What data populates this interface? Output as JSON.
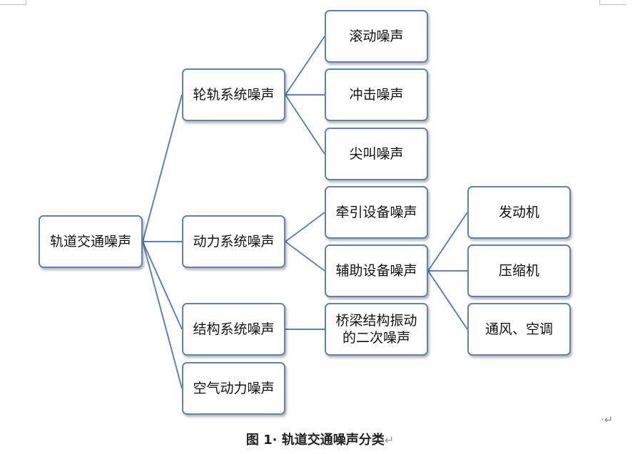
{
  "diagram": {
    "root": "轨道交通噪声",
    "level2": [
      "轮轨系统噪声",
      "动力系统噪声",
      "结构系统噪声",
      "空气动力噪声"
    ],
    "level3": [
      "滚动噪声",
      "冲击噪声",
      "尖叫噪声",
      "牵引设备噪声",
      "辅助设备噪声",
      "桥梁结构振动的二次噪声"
    ],
    "level4": [
      "发动机",
      "压缩机",
      "通风、空调"
    ]
  },
  "caption": {
    "text": "图 1· 轨道交通噪声分类",
    "return_mark": "↵"
  },
  "page": {
    "paragraph_mark": "·↵"
  },
  "colors": {
    "border": "#5f84b3",
    "connector": "#5f84b3",
    "text": "#111111",
    "background": "#ffffff"
  }
}
